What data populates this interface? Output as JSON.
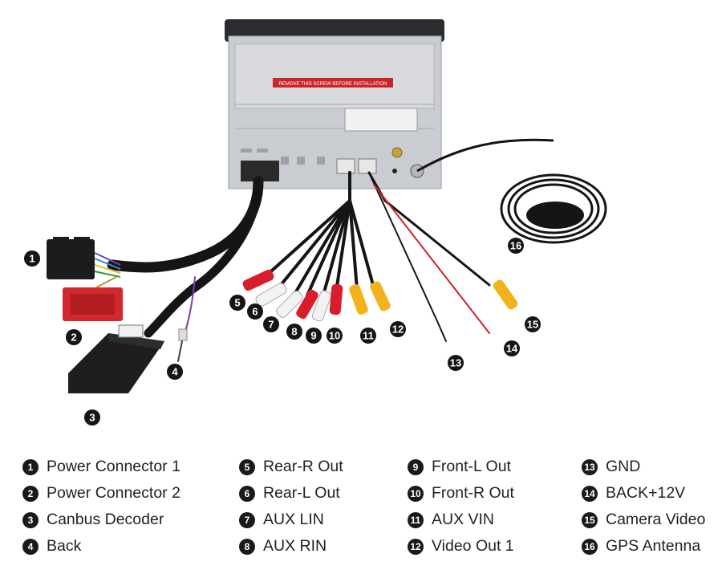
{
  "sticker_text": "REMOVE THIS SCREW BEFORE INSTALLATION",
  "callouts": [
    "1",
    "2",
    "3",
    "4",
    "5",
    "6",
    "7",
    "8",
    "9",
    "10",
    "11",
    "12",
    "13",
    "14",
    "15",
    "16"
  ],
  "legend": [
    {
      "num": "1",
      "label": "Power Connector 1"
    },
    {
      "num": "2",
      "label": "Power Connector 2"
    },
    {
      "num": "3",
      "label": "Canbus Decoder"
    },
    {
      "num": "4",
      "label": "Back"
    },
    {
      "num": "5",
      "label": "Rear-R Out"
    },
    {
      "num": "6",
      "label": "Rear-L Out"
    },
    {
      "num": "7",
      "label": "AUX LIN"
    },
    {
      "num": "8",
      "label": "AUX RIN"
    },
    {
      "num": "9",
      "label": "Front-L Out"
    },
    {
      "num": "10",
      "label": "Front-R Out"
    },
    {
      "num": "11",
      "label": "AUX VIN"
    },
    {
      "num": "12",
      "label": "Video Out 1"
    },
    {
      "num": "13",
      "label": "GND"
    },
    {
      "num": "14",
      "label": "BACK+12V"
    },
    {
      "num": "15",
      "label": "Camera Video"
    },
    {
      "num": "16",
      "label": "GPS Antenna"
    }
  ],
  "colors": {
    "red": "#d81e2a",
    "white": "#f2f2f2",
    "yellow": "#f2b21b",
    "black": "#151515",
    "chassis": "#c9ccd0"
  }
}
